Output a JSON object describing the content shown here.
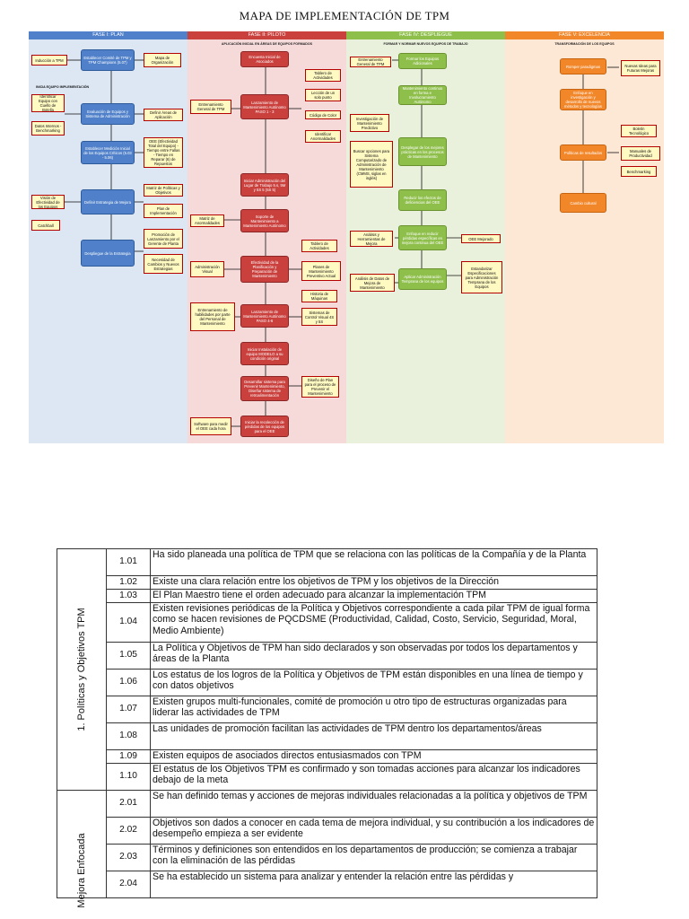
{
  "title": "MAPA DE IMPLEMENTACIÓN DE TPM",
  "colors": {
    "blue": "#4f80c9",
    "red": "#c9403d",
    "green": "#8fbf4b",
    "orange": "#f2872a",
    "note": "#fff9c2"
  },
  "phases": [
    {
      "name": "FASE I: PLAN",
      "subtitle": ""
    },
    {
      "name": "FASE II: PILOTO",
      "subtitle": "APLICACIÓN INICIAL EN ÁREAS DE EQUIPOS FORMADOS"
    },
    {
      "name": "FASE IV: DESPLIEGUE",
      "subtitle": "FORMAR Y NORMAR NUEVOS EQUIPOS DE TRABAJO"
    },
    {
      "name": "FASE V: EXCELENCIA",
      "subtitle": "TRANSFORMACIÓN DE LOS EQUIPOS"
    }
  ],
  "plan": {
    "section_label": "INICIA EQUIPO IMPLEMENTACIÓN",
    "process": [
      "Establecer Comité de TPM y TPM Champions (5.07)",
      "Evaluación de Equipos y Sistema de Administración",
      "Establecer Medición Inicial de los Equipos Críticos (5.03 - 5.06)",
      "Definir Estrategia de Mejora",
      "Despliegue de la Estrategia"
    ],
    "notes_left": [
      "Inducción a TPM",
      "Identificar Equipo con Cuello de Botella",
      "Datos Internos - Benchmarking",
      "Visión de Efectividad de los Equipos",
      "Catchball"
    ],
    "notes_right": [
      "Mapa de Organización",
      "Definir Áreas de Aplicación",
      "OEE (Efectividad Total del Equipo) - Tiempo entre Fallas - Tiempo en Reparar (6) de Repuestos",
      "Matriz de Políticas y Objetivos",
      "Plan de Implementación",
      "Promoción de Lanzamiento por el Gerente de Planta",
      "Necesidad de Cambios y Nuevos Estrategias"
    ]
  },
  "piloto": {
    "process": [
      "Encuesta Inicial de Asociados",
      "Lanzamiento de Mantenimiento Autónomo PASO 1 - 3",
      "Iniciar Administración del Lugar de Trabajo 5.s, 5M y 5S 5 (5S 5)",
      "Soporte de Mantenimiento a Mantenimiento Autónomo",
      "Efectividad de la Planificación y Preparación de Mantenimiento",
      "Lanzamiento de Mantenimiento Autónomo PASO 4-6",
      "Iniciar Instalación de equipo MODELO a su condición original",
      "Desarrollar sistema para Prevenir Mantenimiento, Diseñar sistema de retroalimentación",
      "Iniciar la recolección de pérdidas de los equipos para el OEE"
    ],
    "notes_left": [
      "Entrenamiento General de TPM",
      "Matriz de Anormalidades",
      "Administración Visual",
      "Entrenamiento de habilidades por parte del Personal de Mantenimiento",
      "Software para medir el OEE cada hora"
    ],
    "notes_right": [
      "Tablero de Actividades",
      "Lección de un solo punto",
      "Código de Color",
      "Identificar Anormalidades",
      "Tablero de Actividades",
      "Planes de Mantenimiento Preventivo Actual",
      "Historia de Máquinas",
      "Sistemas de Control Visual 4S y 5S",
      "Diseño de Plan para el proceso de Prevenir el Mantenimiento"
    ]
  },
  "despliegue": {
    "process": [
      "Formar los Equipos Adicionales",
      "Mantenimiento continuo en forma e Involucramiento Autónomo",
      "Desplegar de los mejores prácticas en los procesos de Mantenimiento",
      "Reducir los efectos de deficiencias del OEE",
      "Enfoque en reducir pérdidas específicas en mejora continua del OEE",
      "Aplicar Administración Temprana de los equipos"
    ],
    "notes_left": [
      "Entrenamiento General de TPM",
      "Investigación de Mantenimiento Predictivo",
      "Buscar opciones para Sistema Computarizado de Administración de Mantenimiento (CMMS, siglas en inglés)",
      "Análisis y Herramientas de Mejora",
      "Análisis de Datos de Mejora de Mantenimiento"
    ],
    "notes_right": [
      "OEE Mejorado",
      "Estandarizar Especificaciones para Administración Temprana de los Equipos"
    ]
  },
  "excelencia": {
    "process": [
      "Romper paradigmas",
      "Enfoque en investigación y desarrollo de nuevos métodos y tecnologías",
      "Políticas de resultados",
      "Cambio cultural"
    ],
    "notes_right": [
      "Nuevas Ideas para Futuras Mejoras",
      "Boletín Tecnológico",
      "Manuales de Productividad",
      "Benchmarking"
    ]
  },
  "table": {
    "sections": [
      {
        "label": "1. Políticas y Objetivos TPM",
        "rows": [
          {
            "code": "1.01",
            "text": "Ha sido planeada una política de TPM que se relaciona con las políticas de la Compañía y de la Planta"
          },
          {
            "code": "1.02",
            "text": "Existe una clara relación entre los objetivos de TPM y los objetivos de la Dirección"
          },
          {
            "code": "1.03",
            "text": "El Plan Maestro tiene el orden adecuado para alcanzar la implementación TPM"
          },
          {
            "code": "1.04",
            "text": "Existen revisiones periódicas de la Política y Objetivos correspondiente a cada pilar TPM de igual forma como se hacen revisiones de PQCDSME (Productividad, Calidad, Costo, Servicio, Seguridad, Moral, Medio Ambiente)"
          },
          {
            "code": "1.05",
            "text": "La Política y Objetivos de TPM han sido declarados y son observadas por todos los departamentos y áreas de la Planta"
          },
          {
            "code": "1.06",
            "text": "Los estatus de los logros de la Política y Objetivos de TPM están disponibles en una línea de tiempo y con datos objetivos"
          },
          {
            "code": "1.07",
            "text": "Existen grupos multi-funcionales, comité de promoción u otro tipo de estructuras organizadas para liderar las actividades de TPM"
          },
          {
            "code": "1.08",
            "text": "Las unidades de promoción facilitan las actividades de TPM dentro los departamentos/áreas"
          },
          {
            "code": "1.09",
            "text": "Existen equipos de asociados directos entusiasmados con TPM"
          },
          {
            "code": "1.10",
            "text": "El estatus de los Objetivos TPM es confirmado y son tomadas acciones para alcanzar los indicadores debajo de la meta"
          }
        ]
      },
      {
        "label": "Mejora Enfocada",
        "rows": [
          {
            "code": "2.01",
            "text": "Se han definido temas y acciones de mejoras individuales relacionadas a la política y objetivos de TPM"
          },
          {
            "code": "2.02",
            "text": "Objetivos son dados a conocer en cada tema de mejora individual, y su contribución a los indicadores de desempeño empieza a ser evidente"
          },
          {
            "code": "2.03",
            "text": "Términos y definiciones son entendidos en los departamentos de producción; se comienza a trabajar con la eliminación de las pérdidas"
          },
          {
            "code": "2.04",
            "text": "Se ha establecido un sistema para analizar y entender la relación entre las pérdidas y"
          }
        ]
      }
    ]
  }
}
